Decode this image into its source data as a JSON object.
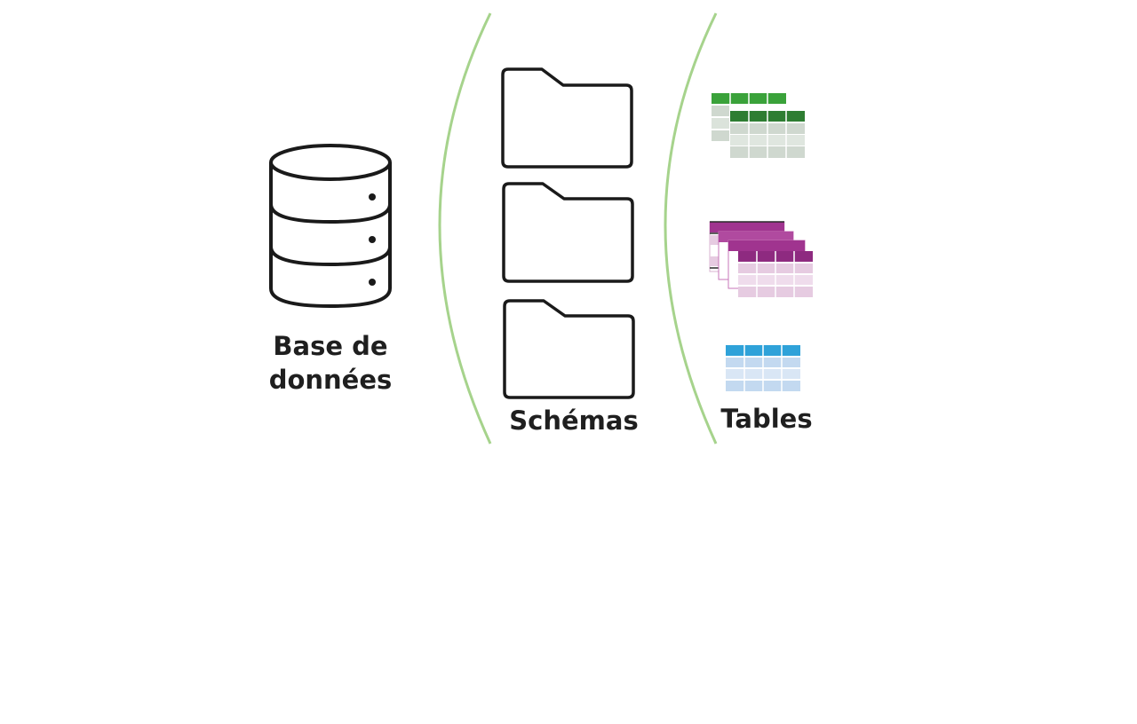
{
  "labels": {
    "database_line1": "Base de",
    "database_line2": "données",
    "schemas": "Schémas",
    "tables": "Tables"
  },
  "icons": {
    "database": "database-icon",
    "schema_folders": [
      "folder-icon",
      "folder-icon",
      "folder-icon"
    ],
    "table_groups": [
      "green-tables-icon",
      "purple-tables-icon",
      "blue-table-icon"
    ],
    "separators": [
      "bracket-curve",
      "bracket-curve"
    ]
  },
  "colors": {
    "separator": "#a6d38c",
    "stroke": "#1a1a1a",
    "green_header": "#3aa23a",
    "green_header_dark": "#2e7d32",
    "green_cell": "#cfd8cf",
    "purple_header": "#a0348f",
    "purple_cell": "#e6cbe1",
    "blue_header": "#2fa2d9",
    "blue_cell": "#cfe0f2"
  }
}
